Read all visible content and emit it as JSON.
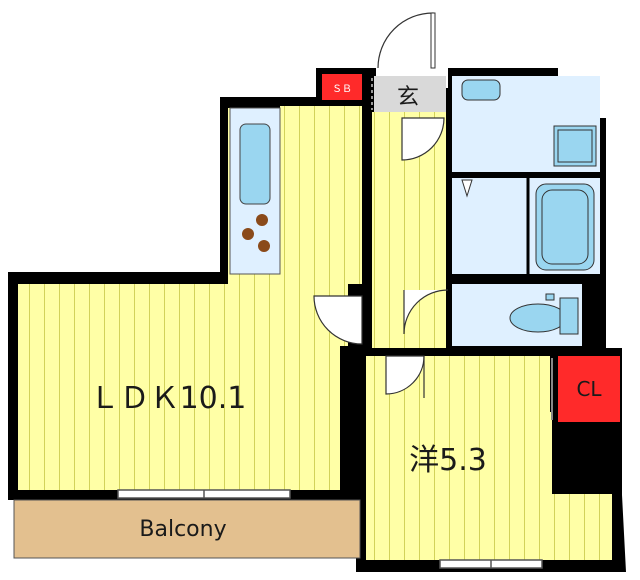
{
  "rooms": {
    "ldk": "ＬＤＫ10.1",
    "western": "洋5.3",
    "balcony": "Balcony",
    "entrance": "玄",
    "closet": "CL",
    "shoe_box": "ＳＢ"
  },
  "colors": {
    "floor": "#ffffa6",
    "floor_lines": "#d2d25a",
    "wet_area": "#dff0ff",
    "fixture": "#9ad6f0",
    "balcony": "#e3c08f",
    "closet": "#ff2a2a",
    "wall": "#000000",
    "entrance": "#d9d9d9"
  }
}
